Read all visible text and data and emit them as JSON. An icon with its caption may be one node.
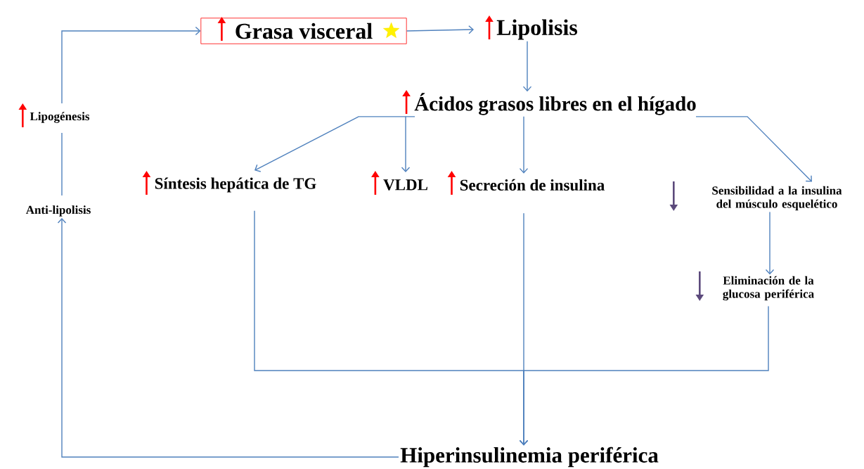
{
  "diagram": {
    "nodes": [
      {
        "text": [
          "Grasa visceral"
        ]
      },
      {
        "text": [
          "Lipolisis"
        ]
      },
      {
        "text": [
          "Ácidos grasos libres en el hígado"
        ]
      },
      {
        "text": [
          "Síntesis hepática de TG"
        ]
      },
      {
        "text": [
          "VLDL"
        ]
      },
      {
        "text": [
          "Secreción de insulina"
        ]
      },
      {
        "text": [
          "Sensibilidad a la insulina del músculo esquelético"
        ]
      },
      {
        "text": [
          "Eliminación de la glucosa periférica"
        ]
      },
      {
        "text": [
          "Hiperinsulinemia periférica"
        ]
      },
      {
        "text": [
          "Lipogénesis"
        ]
      },
      {
        "text": [
          "Anti-lipolisis"
        ]
      }
    ],
    "edges": [
      {
        "from": 0,
        "to": 1,
        "arrow": "to"
      },
      {
        "from": 1,
        "to": 2,
        "arrow": "to"
      },
      {
        "from": 2,
        "to": 3,
        "arrow": "to"
      },
      {
        "from": 2,
        "to": 4,
        "arrow": "to"
      },
      {
        "from": 2,
        "to": 5,
        "arrow": "to"
      },
      {
        "from": 2,
        "to": 6,
        "arrow": "to"
      },
      {
        "from": 6,
        "to": 7,
        "arrow": "to"
      },
      {
        "from": 3,
        "to": 8,
        "arrow": "to"
      },
      {
        "from": 5,
        "to": 8,
        "arrow": "to"
      },
      {
        "from": 7,
        "to": 8,
        "arrow": "to"
      },
      {
        "from": 8,
        "to": 10,
        "arrow": "to"
      },
      {
        "from": 10,
        "to": 9,
        "arrow": "none"
      },
      {
        "from": 9,
        "to": 0,
        "arrow": "to"
      }
    ]
  }
}
